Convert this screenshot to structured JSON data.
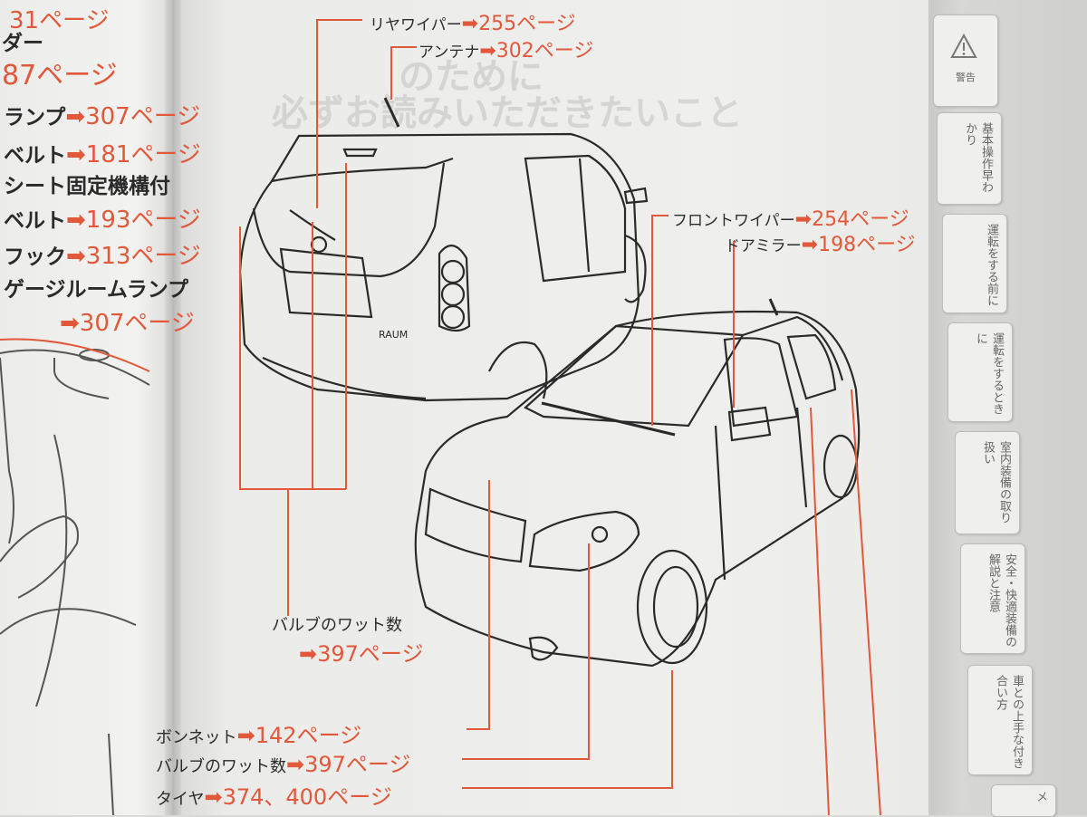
{
  "left_page": {
    "lines": [
      {
        "text": "",
        "ref": "31ページ"
      },
      {
        "text": "ダー",
        "ref": ""
      },
      {
        "text": "",
        "ref": "87ページ"
      },
      {
        "text": "ランプ",
        "ref": "➡307ページ"
      },
      {
        "text": "ベルト",
        "ref": "➡181ページ"
      },
      {
        "text": "シート固定機構付",
        "ref": ""
      },
      {
        "text": "ベルト",
        "ref": "➡193ページ"
      },
      {
        "text": "フック",
        "ref": "➡313ページ"
      },
      {
        "text": "ゲージルームランプ",
        "ref": ""
      },
      {
        "text": "",
        "ref": "➡307ページ"
      }
    ]
  },
  "callouts": {
    "rear_wiper": {
      "label": "リヤワイパー",
      "ref": "➡255ページ"
    },
    "antenna": {
      "label": "アンテナ",
      "ref": "➡302ページ"
    },
    "front_wiper": {
      "label": "フロントワイパー",
      "ref": "➡254ページ"
    },
    "door_mirror": {
      "label": "ドアミラー",
      "ref": "➡198ページ"
    },
    "bulb_rear": {
      "label": "バルブのワット数",
      "ref": "➡397ページ"
    },
    "bonnet": {
      "label": "ボンネット",
      "ref": "➡142ページ"
    },
    "bulb_front": {
      "label": "バルブのワット数",
      "ref": "➡397ページ"
    },
    "tire": {
      "label": "タイヤ",
      "ref": "➡374、400ページ"
    }
  },
  "car": {
    "badge": "RAUM"
  },
  "faint_heading": [
    "のために",
    "必ずお読みいただきたいこと"
  ],
  "tabs": [
    {
      "label": "警告",
      "icon": "warning-triangle-icon"
    },
    {
      "label": "基本操作早わかり"
    },
    {
      "label": "運転をする前に"
    },
    {
      "label": "運転をするときに"
    },
    {
      "label": "室内装備の取り扱い"
    },
    {
      "label": "安全・快適装備の解説と注意"
    },
    {
      "label": "車との上手な付き合い方"
    },
    {
      "label": "メ"
    }
  ],
  "colors": {
    "accent": "#e2583a",
    "text": "#2b2b2b",
    "paper": "#efefed"
  }
}
